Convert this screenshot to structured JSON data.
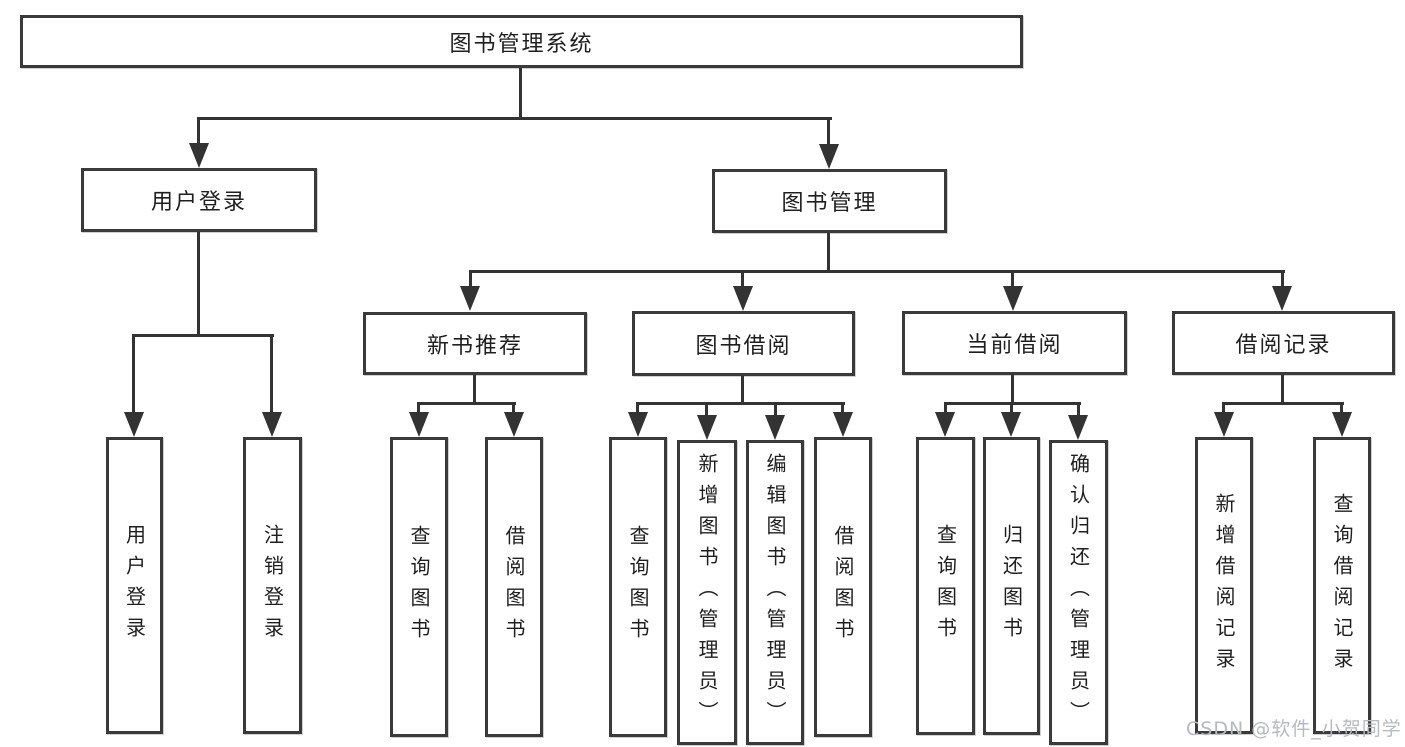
{
  "diagram": {
    "root": {
      "label": "图书管理系统",
      "children": [
        {
          "label": "用户登录",
          "children": [
            {
              "label": "用户登录"
            },
            {
              "label": "注销登录"
            }
          ]
        },
        {
          "label": "图书管理",
          "children": [
            {
              "label": "新书推荐",
              "children": [
                {
                  "label": "查询图书"
                },
                {
                  "label": "借阅图书"
                }
              ]
            },
            {
              "label": "图书借阅",
              "children": [
                {
                  "label": "查询图书"
                },
                {
                  "label": "新增图书（管理员）"
                },
                {
                  "label": "编辑图书（管理员）"
                },
                {
                  "label": "借阅图书"
                }
              ]
            },
            {
              "label": "当前借阅",
              "children": [
                {
                  "label": "查询图书"
                },
                {
                  "label": "归还图书"
                },
                {
                  "label": "确认归还（管理员）"
                }
              ]
            },
            {
              "label": "借阅记录",
              "children": [
                {
                  "label": "新增借阅记录"
                },
                {
                  "label": "查询借阅记录"
                }
              ]
            }
          ]
        }
      ]
    }
  },
  "watermark": "CSDN @软件_小贺同学",
  "colors": {
    "line": "#333333",
    "box_border": "#3a3a3a",
    "text": "#1f1f1f",
    "watermark": "#b6babf",
    "background": "#ffffff"
  }
}
